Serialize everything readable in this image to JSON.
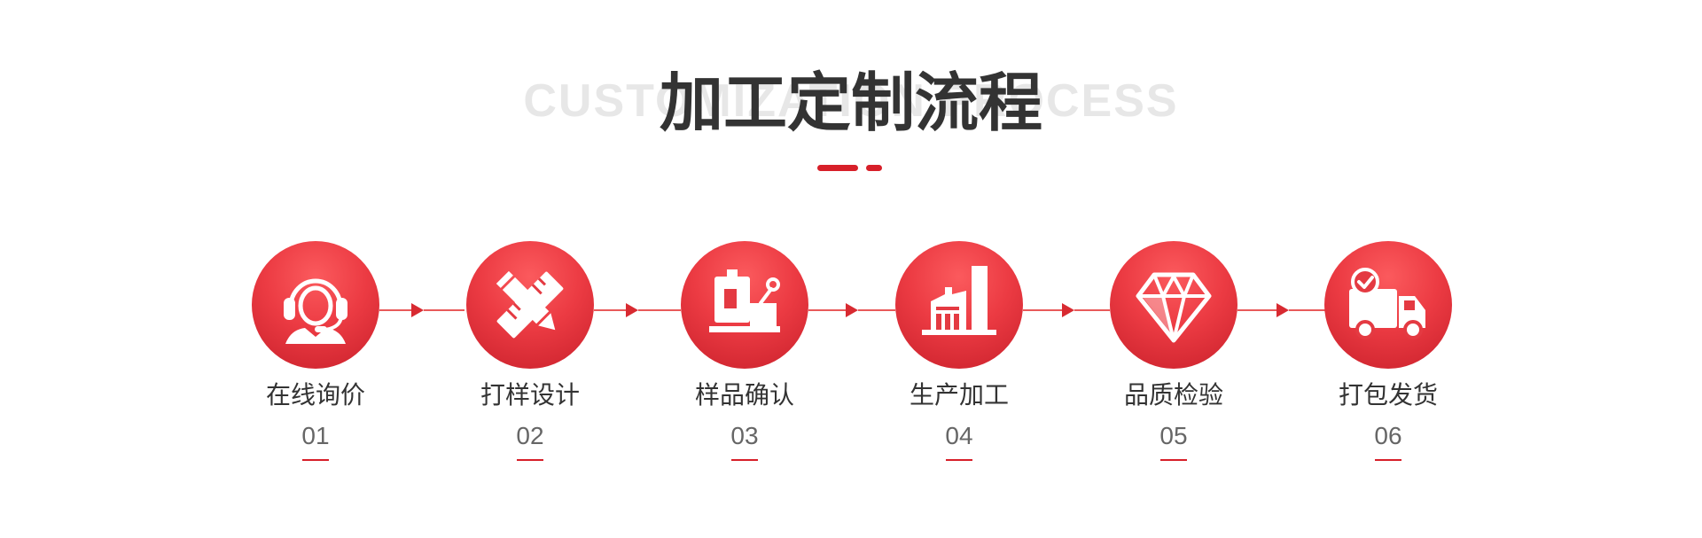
{
  "header": {
    "bg_text": "CUSTOMIZATION PROCESS",
    "title": "加工定制流程"
  },
  "colors": {
    "accent": "#d71f29",
    "circle_light": "#fb5a5d",
    "circle_dark": "#c9202b",
    "text_dark": "#333333",
    "text_number": "#666666",
    "bg_text": "#e7e7e7"
  },
  "steps": [
    {
      "label": "在线询价",
      "number": "01",
      "icon": "customer-service-headset-icon"
    },
    {
      "label": "打样设计",
      "number": "02",
      "icon": "ruler-pencil-icon"
    },
    {
      "label": "样品确认",
      "number": "03",
      "icon": "sample-machine-icon"
    },
    {
      "label": "生产加工",
      "number": "04",
      "icon": "factory-icon"
    },
    {
      "label": "品质检验",
      "number": "05",
      "icon": "diamond-icon"
    },
    {
      "label": "打包发货",
      "number": "06",
      "icon": "delivery-truck-icon"
    }
  ]
}
